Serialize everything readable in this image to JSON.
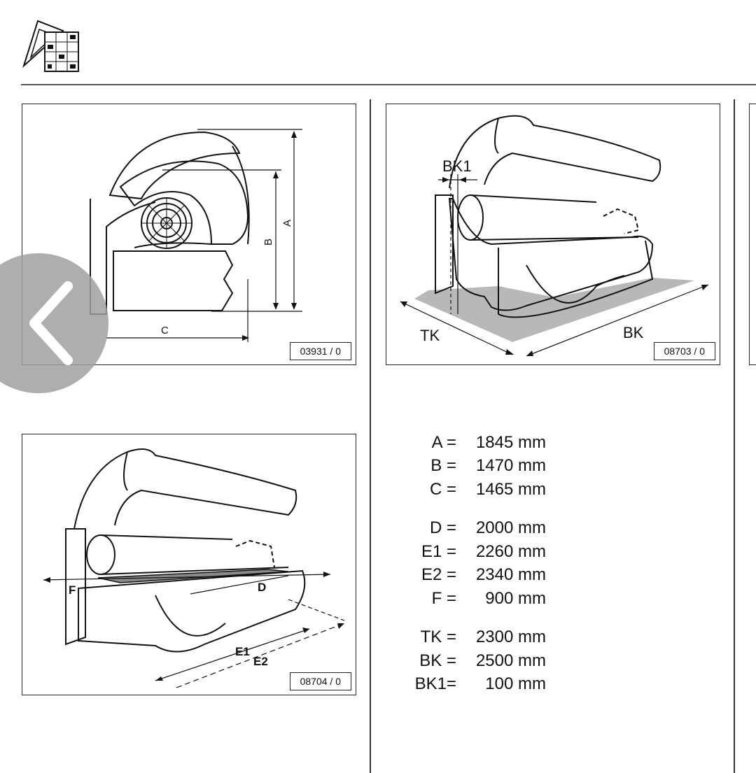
{
  "figures": {
    "side_view": {
      "id": "03931 / 0",
      "labels": {
        "a": "A",
        "b": "B",
        "c": "C"
      }
    },
    "perspective": {
      "id": "08703 / 0",
      "labels": {
        "bk1": "BK1",
        "tk": "TK",
        "bk": "BK"
      }
    },
    "lying_area": {
      "id": "08704 / 0",
      "labels": {
        "d": "D",
        "f": "F",
        "e1": "E1",
        "e2": "E2"
      }
    }
  },
  "dimensions": {
    "group1": [
      {
        "label": "A =",
        "value": "1845 mm"
      },
      {
        "label": "B =",
        "value": "1470 mm"
      },
      {
        "label": "C =",
        "value": "1465 mm"
      }
    ],
    "group2": [
      {
        "label": "D =",
        "value": "2000 mm"
      },
      {
        "label": "E1 =",
        "value": "2260 mm"
      },
      {
        "label": "E2 =",
        "value": "2340 mm"
      },
      {
        "label": "F =",
        "value": "900 mm"
      }
    ],
    "group3": [
      {
        "label": "TK =",
        "value": "2300 mm"
      },
      {
        "label": "BK =",
        "value": "2500 mm"
      },
      {
        "label": "BK1=",
        "value": "100 mm"
      }
    ]
  },
  "colors": {
    "floor_shade": "#b8b8b8",
    "nav_overlay": "#a0a0a0"
  },
  "icons": {
    "header": "technical-drawing-icon",
    "nav": "chevron-left-icon"
  }
}
